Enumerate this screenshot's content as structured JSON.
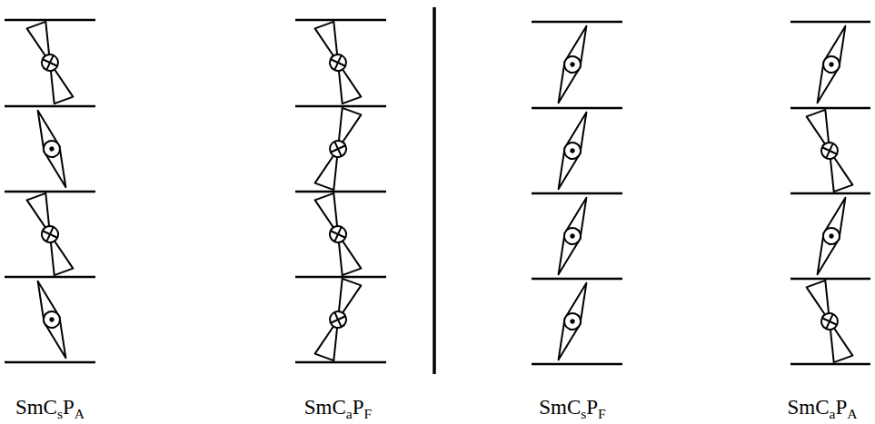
{
  "diagram": {
    "labels": [
      "SmCsPA",
      "SmCaPF",
      "SmCsPF",
      "SmCaPA"
    ]
  }
}
